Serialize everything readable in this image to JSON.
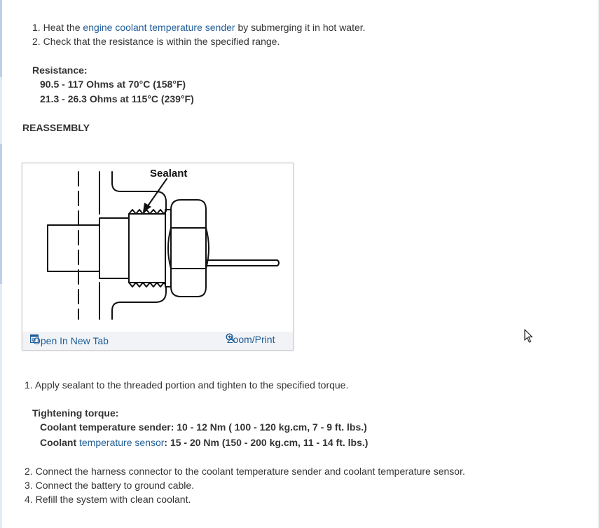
{
  "steps_test": [
    {
      "num": "1.",
      "pre": "Heat the ",
      "link": "engine coolant temperature sender",
      "post": " by submerging it in hot water."
    },
    {
      "num": "2.",
      "text": "Check that the resistance is within the specified range."
    }
  ],
  "resistance": {
    "heading": "Resistance:",
    "values": [
      "90.5 - 117 Ohms at 70°C (158°F)",
      "21.3 - 26.3 Ohms at 115°C (239°F)"
    ]
  },
  "reassembly_heading": "REASSEMBLY",
  "figure": {
    "label": "Sealant",
    "open_tab": "Open In New Tab",
    "zoom_print": "Zoom/Print"
  },
  "steps_reassembly": [
    {
      "num": "1.",
      "text": "Apply sealant to the threaded portion and tighten to the specified torque."
    },
    {
      "num": "2.",
      "text": "Connect the harness connector to the coolant temperature sender and coolant temperature sensor."
    },
    {
      "num": "3.",
      "text": "Connect the battery to ground cable."
    },
    {
      "num": "4.",
      "text": "Refill the system with clean coolant."
    }
  ],
  "torque": {
    "heading": "Tightening torque:",
    "sender_label": "Coolant temperature sender:",
    "sender_value": " 10 - 12 Nm ( 100 - 120 kg.cm, 7 - 9 ft. lbs.)",
    "sensor_pre": "Coolant ",
    "sensor_link": "temperature sensor",
    "sensor_value": ": 15 - 20 Nm (150 - 200 kg.cm, 11 - 14 ft. lbs.)"
  },
  "colors": {
    "link": "#1f5d99",
    "text": "#333333",
    "toolbar_bg": "#f1f3f6"
  },
  "icons": {
    "open_tab": "open-new-tab-icon",
    "zoom": "magnifier-icon",
    "cursor": "mouse-pointer-icon"
  }
}
